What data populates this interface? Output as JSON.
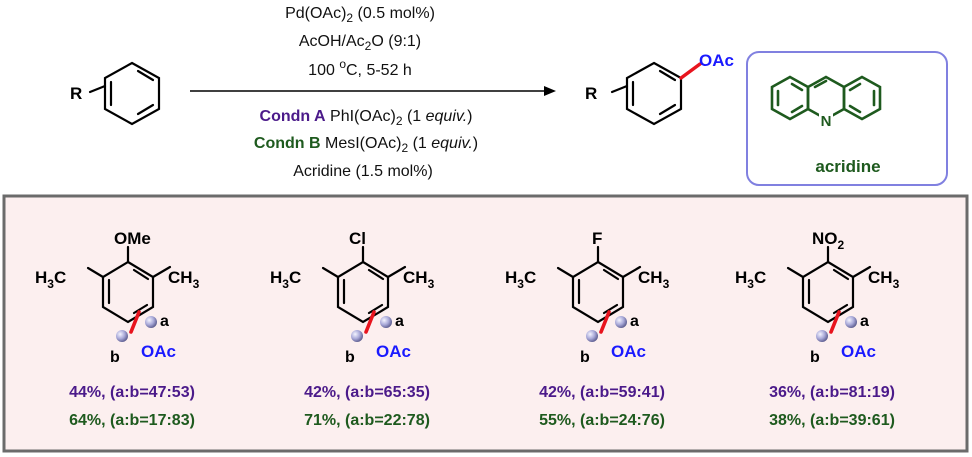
{
  "scheme": {
    "reactant_label": "R",
    "product_label": "R",
    "product_group": "OAc",
    "conditions": {
      "line1": {
        "pre": "Pd(OAc)",
        "sub": "2",
        "post": " (0.5 mol%)"
      },
      "line2": {
        "pre": "AcOH/Ac",
        "sub": "2",
        "post": "O (9:1)"
      },
      "line3": {
        "pre": "100 ",
        "sup": "o",
        "post": "C, 5-52 h"
      },
      "condA": {
        "name": "Condn A",
        "pre": " PhI(OAc)",
        "sub": "2",
        "post": " (1 ",
        "equiv": "equiv.",
        "close": ")"
      },
      "condB": {
        "name": "Condn B",
        "pre": " MesI(OAc)",
        "sub": "2",
        "post": " (1 ",
        "equiv": "equiv.",
        "close": ")"
      },
      "line6": "Acridine (1.5 mol%)"
    },
    "acridine": {
      "name": "acridine",
      "atom": "N"
    }
  },
  "colors": {
    "condA": "#4b1a8a",
    "condB": "#1e5a1e",
    "oac": "#1a1aff",
    "bond_highlight": "#e8141e",
    "panel_bg": "#fcefef",
    "panel_border": "#6b6b6b",
    "acridine_border": "#8080e0"
  },
  "substrates": [
    {
      "top": {
        "pre": "OMe"
      },
      "left": {
        "pre": "H",
        "sub": "3",
        "post": "C"
      },
      "right": {
        "pre": "CH",
        "sub": "3"
      },
      "a": "a",
      "b": "b",
      "oac": "OAc",
      "yieldA": "44%, (a:b=47:53)",
      "yieldB": "64%, (a:b=17:83)"
    },
    {
      "top": {
        "pre": "Cl"
      },
      "left": {
        "pre": "H",
        "sub": "3",
        "post": "C"
      },
      "right": {
        "pre": "CH",
        "sub": "3"
      },
      "a": "a",
      "b": "b",
      "oac": "OAc",
      "yieldA": "42%, (a:b=65:35)",
      "yieldB": "71%, (a:b=22:78)"
    },
    {
      "top": {
        "pre": "F"
      },
      "left": {
        "pre": "H",
        "sub": "3",
        "post": "C"
      },
      "right": {
        "pre": "CH",
        "sub": "3"
      },
      "a": "a",
      "b": "b",
      "oac": "OAc",
      "yieldA": "42%, (a:b=59:41)",
      "yieldB": "55%, (a:b=24:76)"
    },
    {
      "top": {
        "pre": "NO",
        "sub": "2"
      },
      "left": {
        "pre": "H",
        "sub": "3",
        "post": "C"
      },
      "right": {
        "pre": "CH",
        "sub": "3"
      },
      "a": "a",
      "b": "b",
      "oac": "OAc",
      "yieldA": "36%, (a:b=81:19)",
      "yieldB": "38%, (a:b=39:61)"
    }
  ]
}
